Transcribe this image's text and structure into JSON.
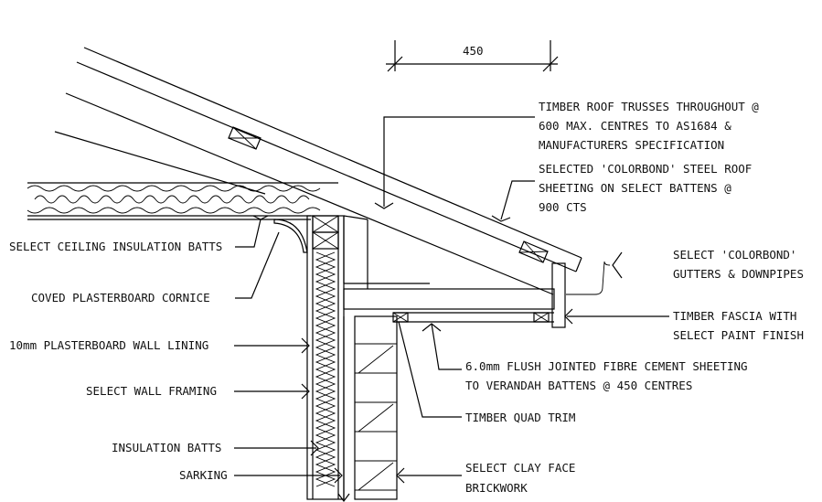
{
  "dimension": {
    "value": "450"
  },
  "labels": {
    "trusses": [
      "TIMBER ROOF TRUSSES THROUGHOUT @",
      "600 MAX. CENTRES TO AS1684 &",
      "MANUFACTURERS SPECIFICATION"
    ],
    "roof_sheeting": [
      "SELECTED 'COLORBOND' STEEL ROOF",
      "SHEETING  ON SELECT BATTENS @",
      "900 CTS"
    ],
    "gutters": [
      "SELECT 'COLORBOND'",
      "GUTTERS & DOWNPIPES"
    ],
    "fascia": [
      "TIMBER FASCIA WITH",
      "SELECT PAINT FINISH"
    ],
    "fc_sheeting": [
      "6.0mm  FLUSH JOINTED FIBRE CEMENT SHEETING",
      "TO VERANDAH BATTENS @ 450 CENTRES"
    ],
    "quad_trim": "TIMBER QUAD TRIM",
    "brickwork": [
      "SELECT CLAY FACE",
      "BRICKWORK"
    ],
    "ceiling_insulation": "SELECT CEILING INSULATION BATTS",
    "cornice": "COVED PLASTERBOARD CORNICE",
    "wall_lining": "10mm PLASTERBOARD WALL LINING",
    "wall_framing": "SELECT WALL FRAMING",
    "insulation_batts": "INSULATION BATTS",
    "sarking": "SARKING"
  }
}
